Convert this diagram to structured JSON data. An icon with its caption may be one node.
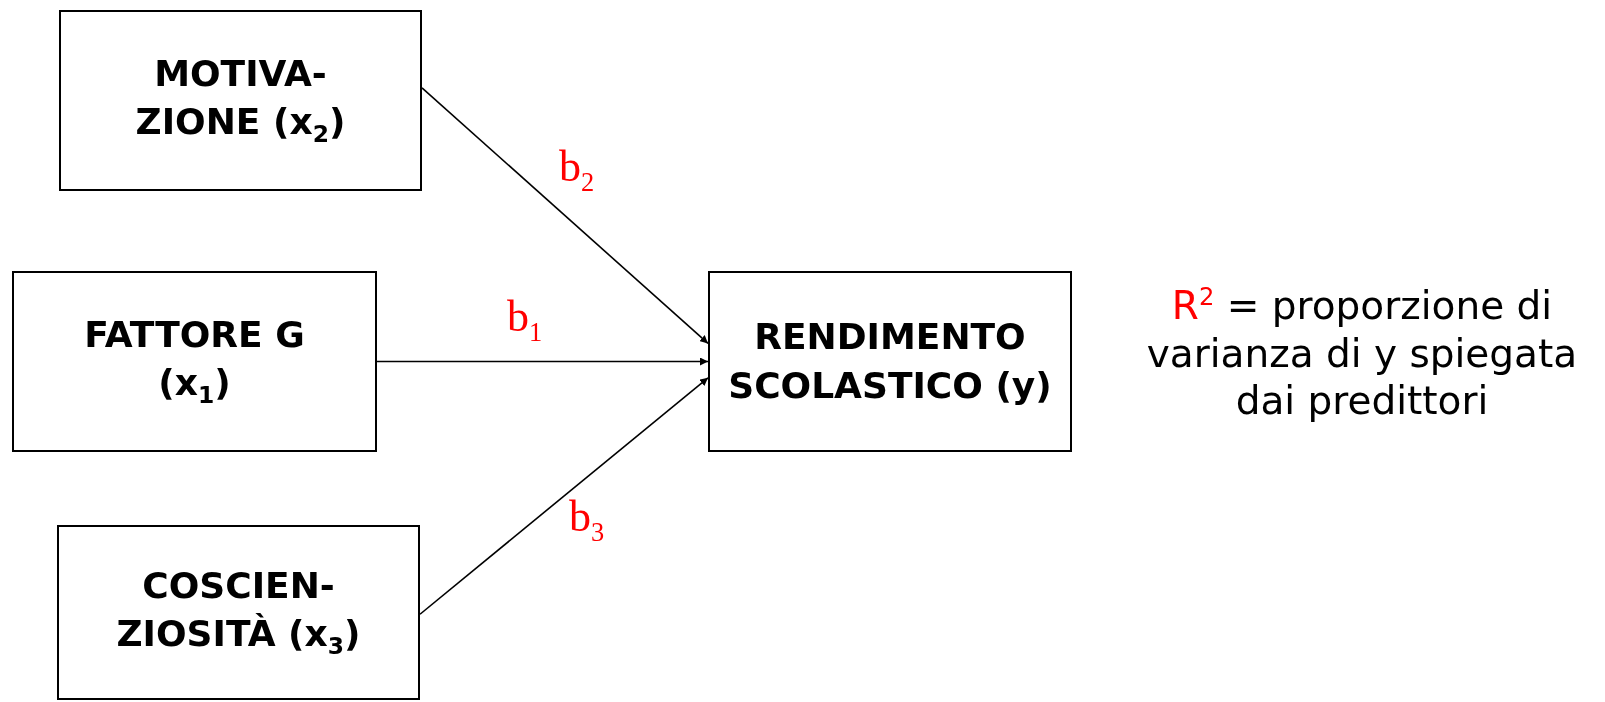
{
  "diagram": {
    "nodes": [
      {
        "text": [
          "MOTIVA- ZIONE (**x$_{2}$**)"
        ]
      },
      {
        "text": [
          "FATTORE G (**x$_{1}$**)"
        ]
      },
      {
        "text": [
          "COSCIEN- ZIOSITÀ (**x$_{3}$**)"
        ]
      },
      {
        "text": [
          "RENDIMENTO SCOLASTICO (y)"
        ]
      }
    ],
    "edges": [
      {
        "from": 0,
        "to": 3,
        "arrow": "to",
        "label": "b$_{2}$"
      },
      {
        "from": 1,
        "to": 3,
        "arrow": "to",
        "label": "b$_{1}$"
      },
      {
        "from": 2,
        "to": 3,
        "arrow": "to",
        "label": "b$_{3}$"
      }
    ],
    "labels": [
      "R$^{2}$ = proporzione di varianza di y spiegata dai predittori"
    ]
  }
}
